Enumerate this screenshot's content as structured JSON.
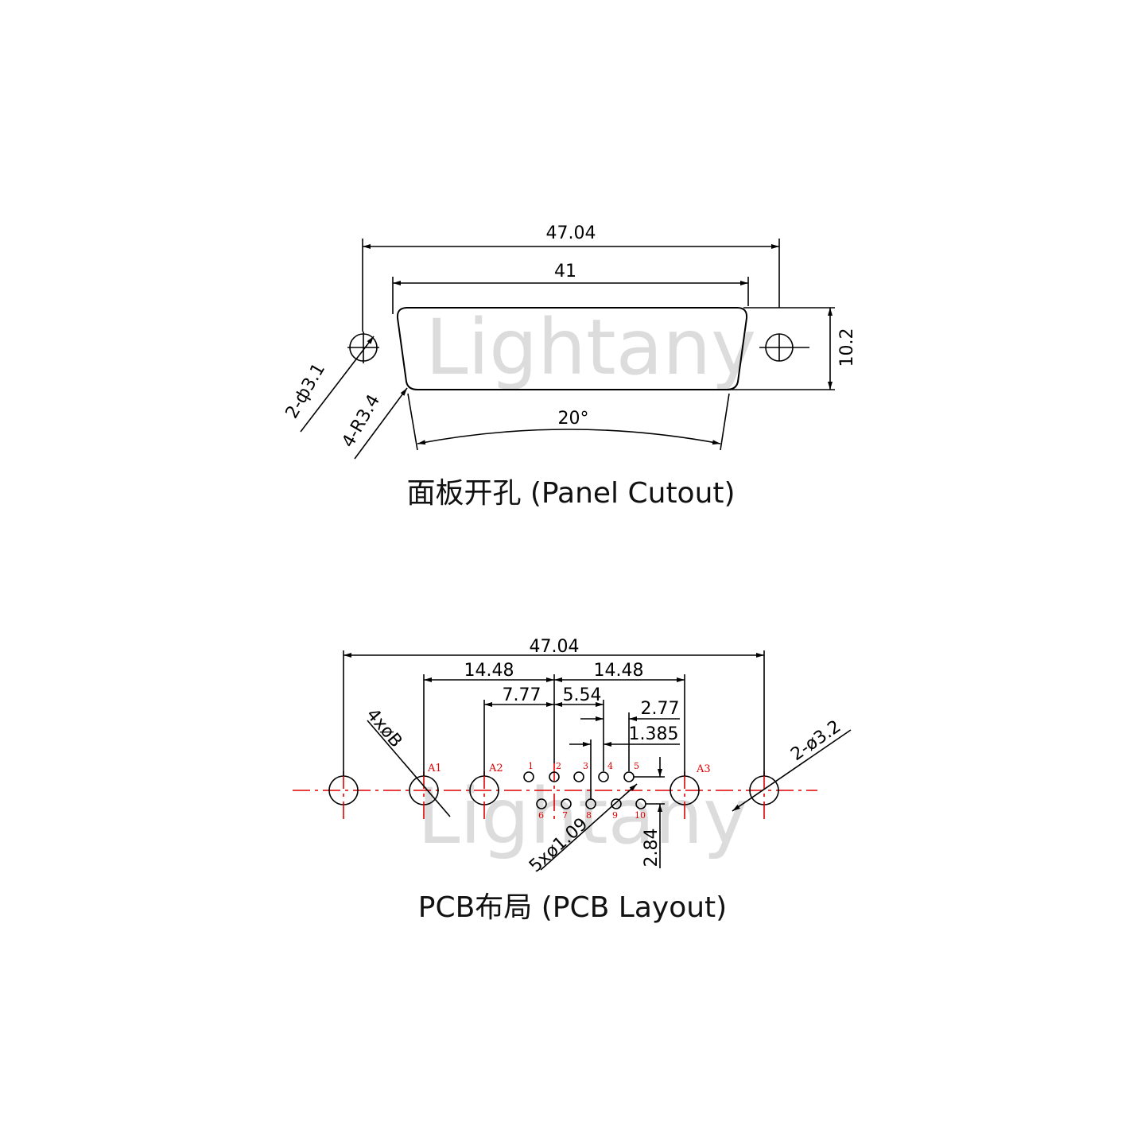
{
  "watermark": "Lightany",
  "panel_cutout": {
    "title": "面板开孔 (Panel Cutout)",
    "dims": {
      "overall_width": "47.04",
      "shell_width": "41",
      "height": "10.2",
      "angle": "20°",
      "mount_hole": "2-ф3.1",
      "corner_radius": "4-R3.4"
    }
  },
  "pcb_layout": {
    "title": "PCB布局 (PCB Layout)",
    "dims": {
      "overall_width": "47.04",
      "left_offset": "14.48",
      "right_offset": "14.48",
      "a2_offset": "7.77",
      "pitch_5_54": "5.54",
      "pitch_2_77": "2.77",
      "pitch_1_385": "1.385",
      "row_spacing": "2.84",
      "large_holes": "4xøB",
      "signal_holes": "5xø1.09",
      "mount_holes": "2-ø3.2"
    },
    "contact_labels": {
      "a1": "A1",
      "a2": "A2",
      "a3": "A3"
    },
    "pin_labels_top": [
      "1",
      "2",
      "3",
      "4",
      "5"
    ],
    "pin_labels_bottom": [
      "6",
      "7",
      "8",
      "9",
      "10"
    ]
  }
}
